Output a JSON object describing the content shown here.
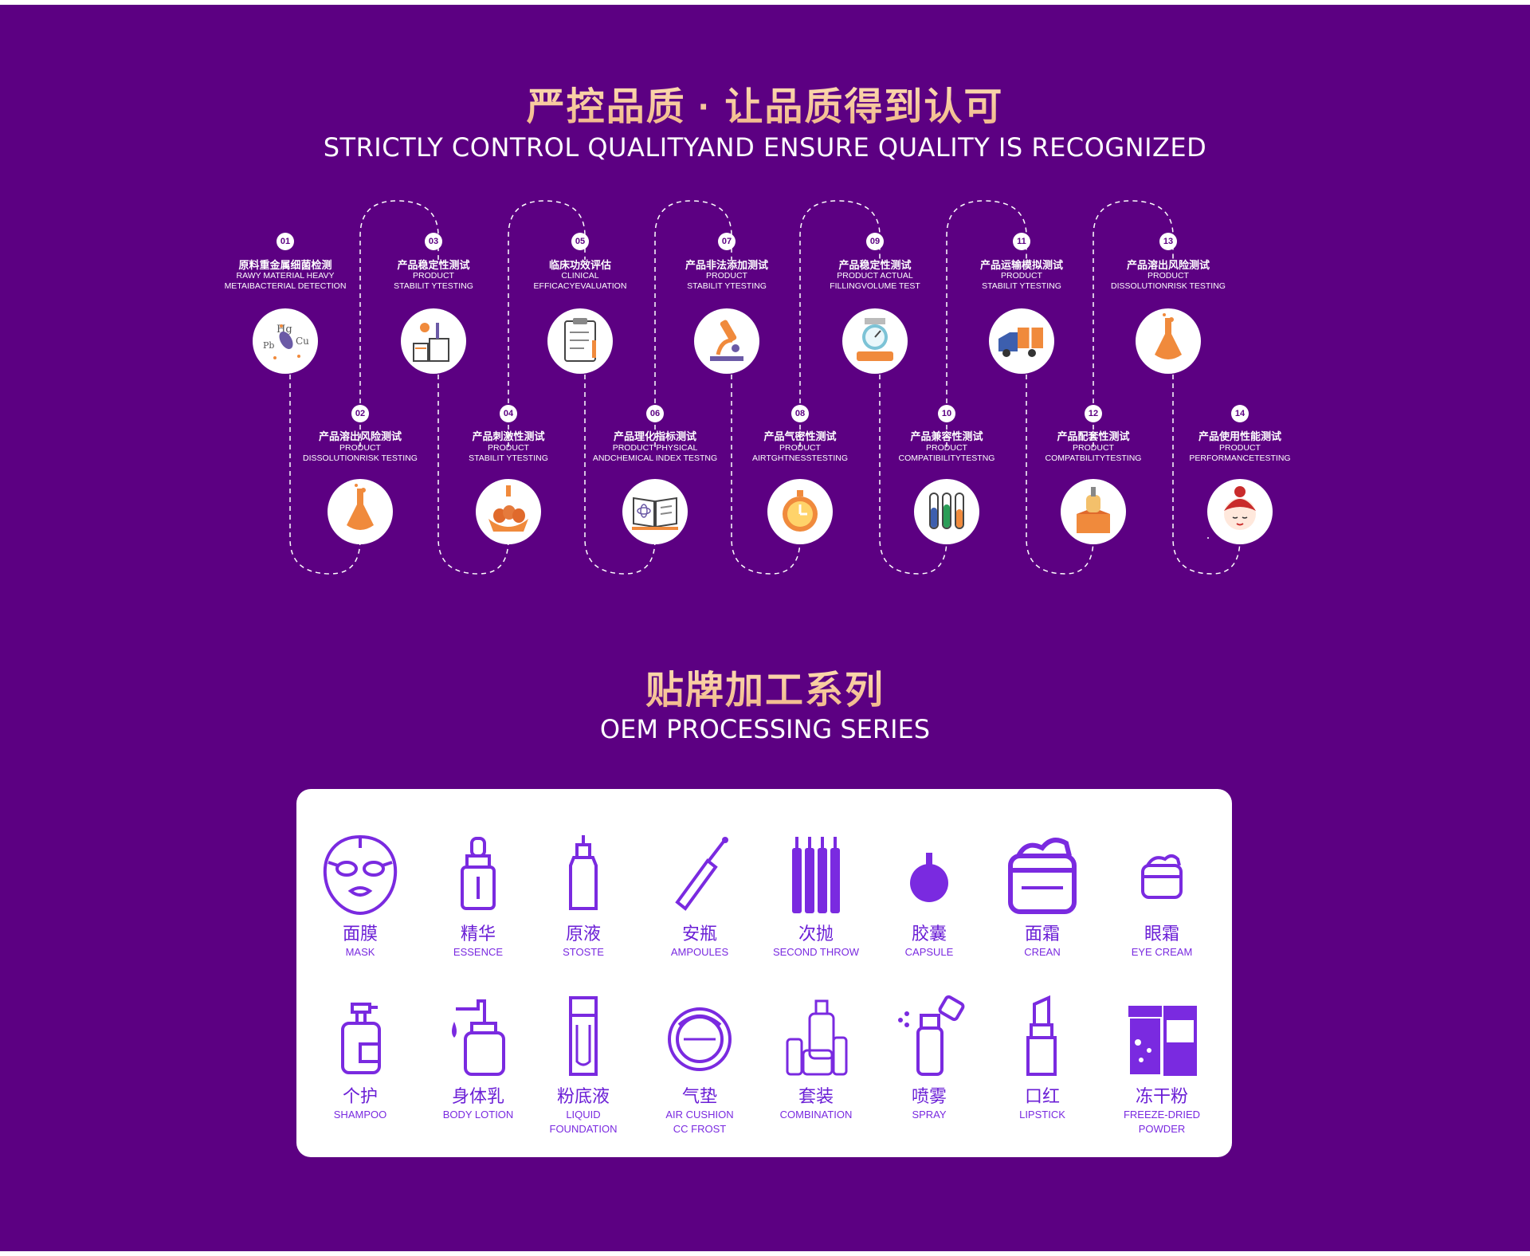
{
  "header": {
    "title_cn": "严控品质 · 让品质得到认可",
    "title_en": "STRICTLY CONTROL QUALITYAND ENSURE QUALITY IS RECOGNIZED"
  },
  "steps": [
    {
      "num": "01",
      "cn": "原料重金属细菌检测",
      "en1": "RAWY MATERIAL HEAVY",
      "en2": "METAIBACTERIAL DETECTION",
      "icon": "heavy-metal-bacteria-icon"
    },
    {
      "num": "02",
      "cn": "产品溶出风险测试",
      "en1": "PRODUCT",
      "en2": "DISSOLUTIONRISK TESTING",
      "icon": "flask-icon"
    },
    {
      "num": "03",
      "cn": "产品稳定性测试",
      "en1": "PRODUCT",
      "en2": "STABILIT YTESTING",
      "icon": "lab-equipment-icon"
    },
    {
      "num": "04",
      "cn": "产品刺激性测试",
      "en1": "PRODUCT",
      "en2": "STABILIT YTESTING",
      "icon": "eggs-dropper-icon"
    },
    {
      "num": "05",
      "cn": "临床功效评估",
      "en1": "CLINICAL",
      "en2": "EFFICACYEVALUATION",
      "icon": "clipboard-icon"
    },
    {
      "num": "06",
      "cn": "产品理化指标测试",
      "en1": "PRODUCT PHYSICAL",
      "en2": "ANDCHEMICAL INDEX TESTNG",
      "icon": "book-atom-icon"
    },
    {
      "num": "07",
      "cn": "产品非法添加测试",
      "en1": "PRODUCT",
      "en2": "STABILIT YTESTING",
      "icon": "microscope-icon"
    },
    {
      "num": "08",
      "cn": "产品气密性测试",
      "en1": "PRODUCT",
      "en2": "AIRTGHTNESSTESTING",
      "icon": "stopwatch-icon"
    },
    {
      "num": "09",
      "cn": "产品稳定性测试",
      "en1": "PRODUCT ACTUAL",
      "en2": "FILLINGVOLUME TEST",
      "icon": "scale-icon"
    },
    {
      "num": "10",
      "cn": "产品兼容性测试",
      "en1": "PRODUCT",
      "en2": "COMPATIBILITYTESTNG",
      "icon": "test-tubes-icon"
    },
    {
      "num": "11",
      "cn": "产品运输模拟测试",
      "en1": "PRODUCT",
      "en2": "STABILIT YTESTING",
      "icon": "truck-icon"
    },
    {
      "num": "12",
      "cn": "产品配套性测试",
      "en1": "PRODUCT",
      "en2": "COMPATBILITYTESTING",
      "icon": "bottle-box-icon"
    },
    {
      "num": "13",
      "cn": "产品溶出风险测试",
      "en1": "PRODUCT",
      "en2": "DISSOLUTIONRISK TESTING",
      "icon": "flask-icon"
    },
    {
      "num": "14",
      "cn": "产品使用性能测试",
      "en1": "PRODUCT",
      "en2": "PERFORMANCETESTING",
      "icon": "face-mask-woman-icon"
    }
  ],
  "oem": {
    "title_cn": "贴牌加工系列",
    "title_en": "OEM PROCESSING SERIES",
    "items": [
      {
        "cn": "面膜",
        "en1": "MASK",
        "en2": "",
        "icon": "face-mask-icon"
      },
      {
        "cn": "精华",
        "en1": "ESSENCE",
        "en2": "",
        "icon": "dropper-bottle-icon"
      },
      {
        "cn": "原液",
        "en1": "STOSTE",
        "en2": "",
        "icon": "vial-icon"
      },
      {
        "cn": "安瓶",
        "en1": "AMPOULES",
        "en2": "",
        "icon": "ampoule-icon"
      },
      {
        "cn": "次抛",
        "en1": "SECOND THROW",
        "en2": "",
        "icon": "disposable-tubes-icon"
      },
      {
        "cn": "胶囊",
        "en1": "CAPSULE",
        "en2": "",
        "icon": "capsule-icon"
      },
      {
        "cn": "面霜",
        "en1": "CREAN",
        "en2": "",
        "icon": "cream-jar-icon"
      },
      {
        "cn": "眼霜",
        "en1": "EYE CREAM",
        "en2": "",
        "icon": "eye-cream-jar-icon"
      },
      {
        "cn": "个护",
        "en1": "SHAMPOO",
        "en2": "",
        "icon": "pump-bottle-icon"
      },
      {
        "cn": "身体乳",
        "en1": "BODY LOTION",
        "en2": "",
        "icon": "lotion-pump-icon"
      },
      {
        "cn": "粉底液",
        "en1": "LIQUID",
        "en2": "FOUNDATION",
        "icon": "foundation-bottle-icon"
      },
      {
        "cn": "气垫",
        "en1": "AIR CUSHION",
        "en2": "CC FROST",
        "icon": "air-cushion-icon"
      },
      {
        "cn": "套装",
        "en1": "COMBINATION",
        "en2": "",
        "icon": "product-set-icon"
      },
      {
        "cn": "喷雾",
        "en1": "SPRAY",
        "en2": "",
        "icon": "spray-bottle-icon"
      },
      {
        "cn": "口红",
        "en1": "LIPSTICK",
        "en2": "",
        "icon": "lipstick-icon"
      },
      {
        "cn": "冻干粉",
        "en1": "FREEZE-DRIED",
        "en2": "POWDER",
        "icon": "freeze-dried-vials-icon"
      }
    ]
  },
  "colors": {
    "background": "#5c0082",
    "title_gold": "#f3c79a",
    "icon_purple": "#7a2ae0",
    "icon_orange": "#f08a3c"
  }
}
